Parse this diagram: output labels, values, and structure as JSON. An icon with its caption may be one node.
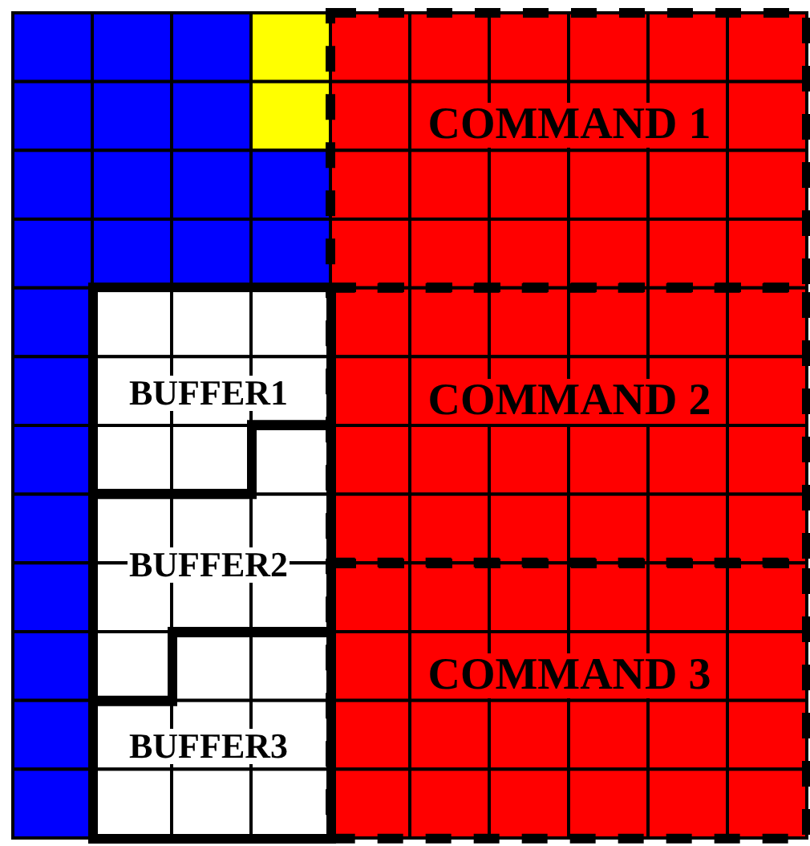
{
  "diagram": {
    "nodes": [
      {
        "text": [
          "COMMAND 1"
        ]
      },
      {
        "text": [
          "COMMAND 2"
        ]
      },
      {
        "text": [
          "COMMAND 3"
        ]
      },
      {
        "text": [
          "BUFFER1"
        ]
      },
      {
        "text": [
          "BUFFER2"
        ]
      },
      {
        "text": [
          "BUFFER3"
        ]
      }
    ]
  }
}
